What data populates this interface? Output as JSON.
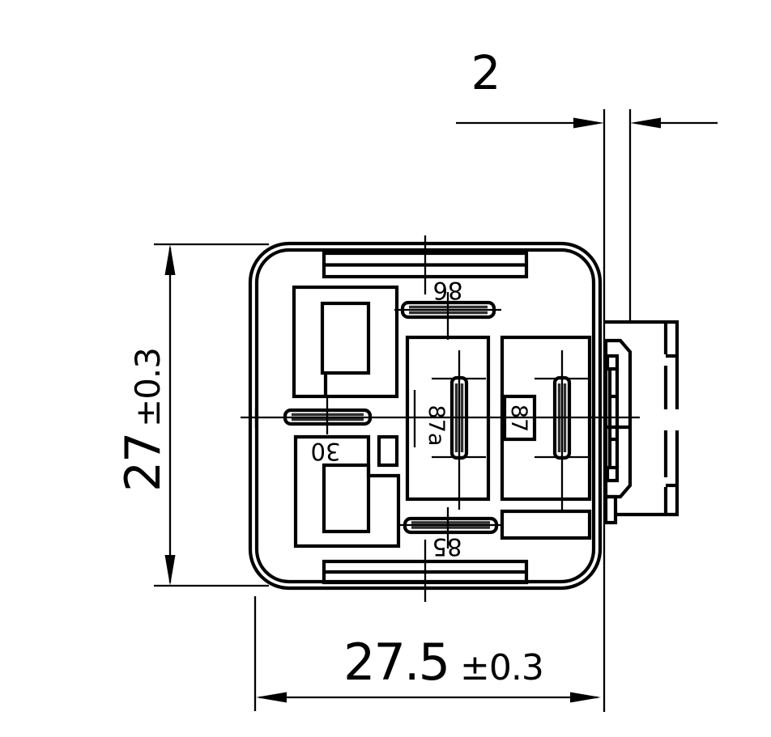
{
  "dimensions": {
    "tab_thickness": "2",
    "body_height": "27",
    "body_height_tolerance": "±0.3",
    "body_width": "27.5",
    "body_width_tolerance": "±0.3"
  },
  "terminal_labels": {
    "t86": "86",
    "t87a": "87a",
    "t87": "87",
    "t85": "85",
    "t30": "30"
  },
  "colors": {
    "line": "#000000",
    "background": "#ffffff",
    "slot_inner": "#2e2e2e"
  }
}
